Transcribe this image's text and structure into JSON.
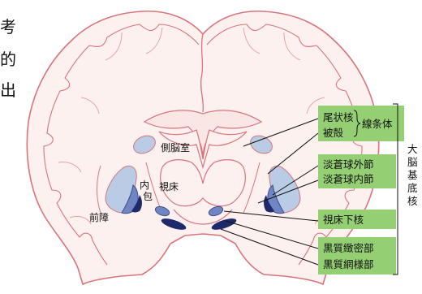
{
  "labels": {
    "lateral_ventricle": "側脳室",
    "thalamus": "視床",
    "internal_capsule_line1": "内",
    "internal_capsule_line2": "包",
    "claustrum": "前障",
    "caudate_nucleus": "尾状核",
    "putamen": "被殻",
    "striatum": "線条体",
    "globus_pallidus_external": "淡蒼球外節",
    "globus_pallidus_internal": "淡蒼球内節",
    "subthalamic_nucleus": "視床下核",
    "substantia_nigra_compacta": "黒質緻密部",
    "substantia_nigra_reticulata": "黒質網様部",
    "basal_ganglia_chars": [
      "大",
      "脳",
      "基",
      "底",
      "核"
    ],
    "partial_text_chars": [
      "考",
      "的",
      "出"
    ]
  },
  "colors": {
    "brain_fill": "#fdf1ef",
    "cortex_line": "#d9737c",
    "label_box": "#95cf74",
    "nucleus_light": "#b9cbe5",
    "nucleus_mid": "#6f86c2",
    "nucleus_dark": "#1f2a6b"
  }
}
